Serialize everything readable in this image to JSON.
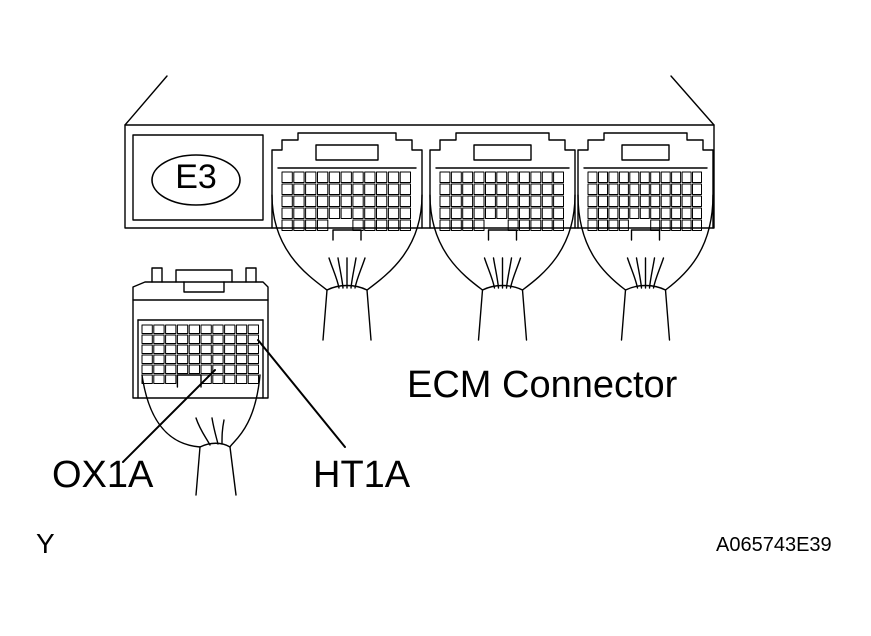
{
  "diagram": {
    "connector_code": "E3",
    "ecm_connector_label": "ECM Connector",
    "terminal_left_label": "OX1A",
    "terminal_right_label": "HT1A",
    "corner_letter": "Y",
    "figure_code": "A065743E39"
  }
}
